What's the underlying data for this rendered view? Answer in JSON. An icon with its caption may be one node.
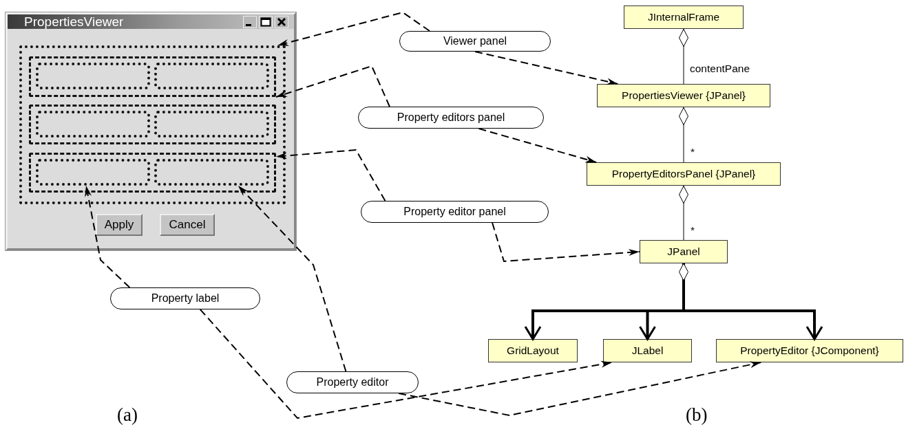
{
  "diagram": {
    "nodes": [
      {
        "text": [
          "PropertiesViewer"
        ]
      },
      {
        "text": [],
        "shape": "box",
        "in": 0
      },
      {
        "text": [],
        "shape": "box",
        "in": 1
      },
      {
        "text": [],
        "shape": "box",
        "in": 1
      },
      {
        "text": [],
        "shape": "box",
        "in": 1
      },
      {
        "text": [],
        "shape": "box",
        "in": 2
      },
      {
        "text": [],
        "shape": "box",
        "in": 2
      },
      {
        "text": [],
        "shape": "box",
        "in": 3
      },
      {
        "text": [],
        "shape": "box",
        "in": 3
      },
      {
        "text": [],
        "shape": "box",
        "in": 4
      },
      {
        "text": [],
        "shape": "box",
        "in": 4
      },
      {
        "text": [
          "Apply"
        ],
        "in": 0
      },
      {
        "text": [
          "Cancel"
        ],
        "in": 0
      },
      {
        "text": [
          "Viewer panel"
        ]
      },
      {
        "text": [
          "Property editors panel"
        ]
      },
      {
        "text": [
          "Property editor panel"
        ]
      },
      {
        "text": [
          "Property label"
        ]
      },
      {
        "text": [
          "Property editor"
        ]
      },
      {
        "text": [
          "JInternalFrame"
        ]
      },
      {
        "text": [
          "PropertiesViewer {JPanel}"
        ]
      },
      {
        "text": [
          "PropertyEditorsPanel {JPanel}"
        ]
      },
      {
        "text": [
          "JPanel"
        ]
      },
      {
        "text": [
          "GridLayout"
        ]
      },
      {
        "text": [
          "JLabel"
        ]
      },
      {
        "text": [
          "PropertyEditor {JComponent}"
        ]
      }
    ],
    "edges": [
      {
        "from": 13,
        "to": 1,
        "arrow": "to",
        "style": "dashed"
      },
      {
        "from": 13,
        "to": 19,
        "arrow": "to",
        "style": "dashed"
      },
      {
        "from": 14,
        "to": 2,
        "arrow": "to",
        "style": "dashed"
      },
      {
        "from": 14,
        "to": 20,
        "arrow": "to",
        "style": "dashed"
      },
      {
        "from": 15,
        "to": 4,
        "arrow": "to",
        "style": "dashed"
      },
      {
        "from": 15,
        "to": 21,
        "arrow": "to",
        "style": "dashed"
      },
      {
        "from": 16,
        "to": 9,
        "arrow": "to",
        "style": "dashed"
      },
      {
        "from": 16,
        "to": 23,
        "arrow": "to",
        "style": "dashed"
      },
      {
        "from": 17,
        "to": 10,
        "arrow": "to",
        "style": "dashed"
      },
      {
        "from": 17,
        "to": 24,
        "arrow": "to",
        "style": "dashed"
      },
      {
        "from": 18,
        "to": 19,
        "arrow": "other",
        "label": "contentPane"
      },
      {
        "from": 19,
        "to": 20,
        "arrow": "other",
        "label": "*"
      },
      {
        "from": 20,
        "to": 21,
        "arrow": "other",
        "label": "*"
      },
      {
        "from": 21,
        "to": 22,
        "arrow": "to",
        "style": "thick"
      },
      {
        "from": 21,
        "to": 23,
        "arrow": "to",
        "style": "thick"
      },
      {
        "from": 21,
        "to": 24,
        "arrow": "to",
        "style": "thick"
      }
    ],
    "labels": [
      "(a)",
      "(b)"
    ]
  }
}
